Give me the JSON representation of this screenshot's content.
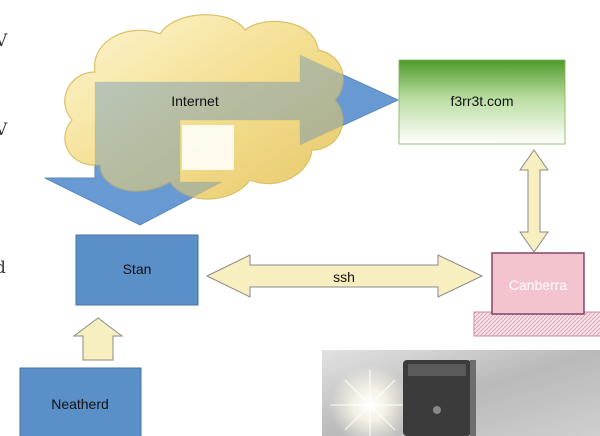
{
  "nodes": {
    "internet": {
      "label": "Internet"
    },
    "site": {
      "label": "f3rr3t.com"
    },
    "stan": {
      "label": "Stan"
    },
    "canberra": {
      "label": "Canberra"
    },
    "neatherd": {
      "label": "Neatherd"
    }
  },
  "edges": {
    "ssh": {
      "label": "ssh"
    }
  },
  "edge_text": {
    "top_v": "V",
    "mid_v": "V",
    "low_d": "d"
  },
  "colors": {
    "blue_box": "#5b8fc8",
    "cloud": "#f0d77c",
    "site_top": "#5aa02c",
    "canberra": "#f4c4ce",
    "arrow": "#f8efc0"
  }
}
